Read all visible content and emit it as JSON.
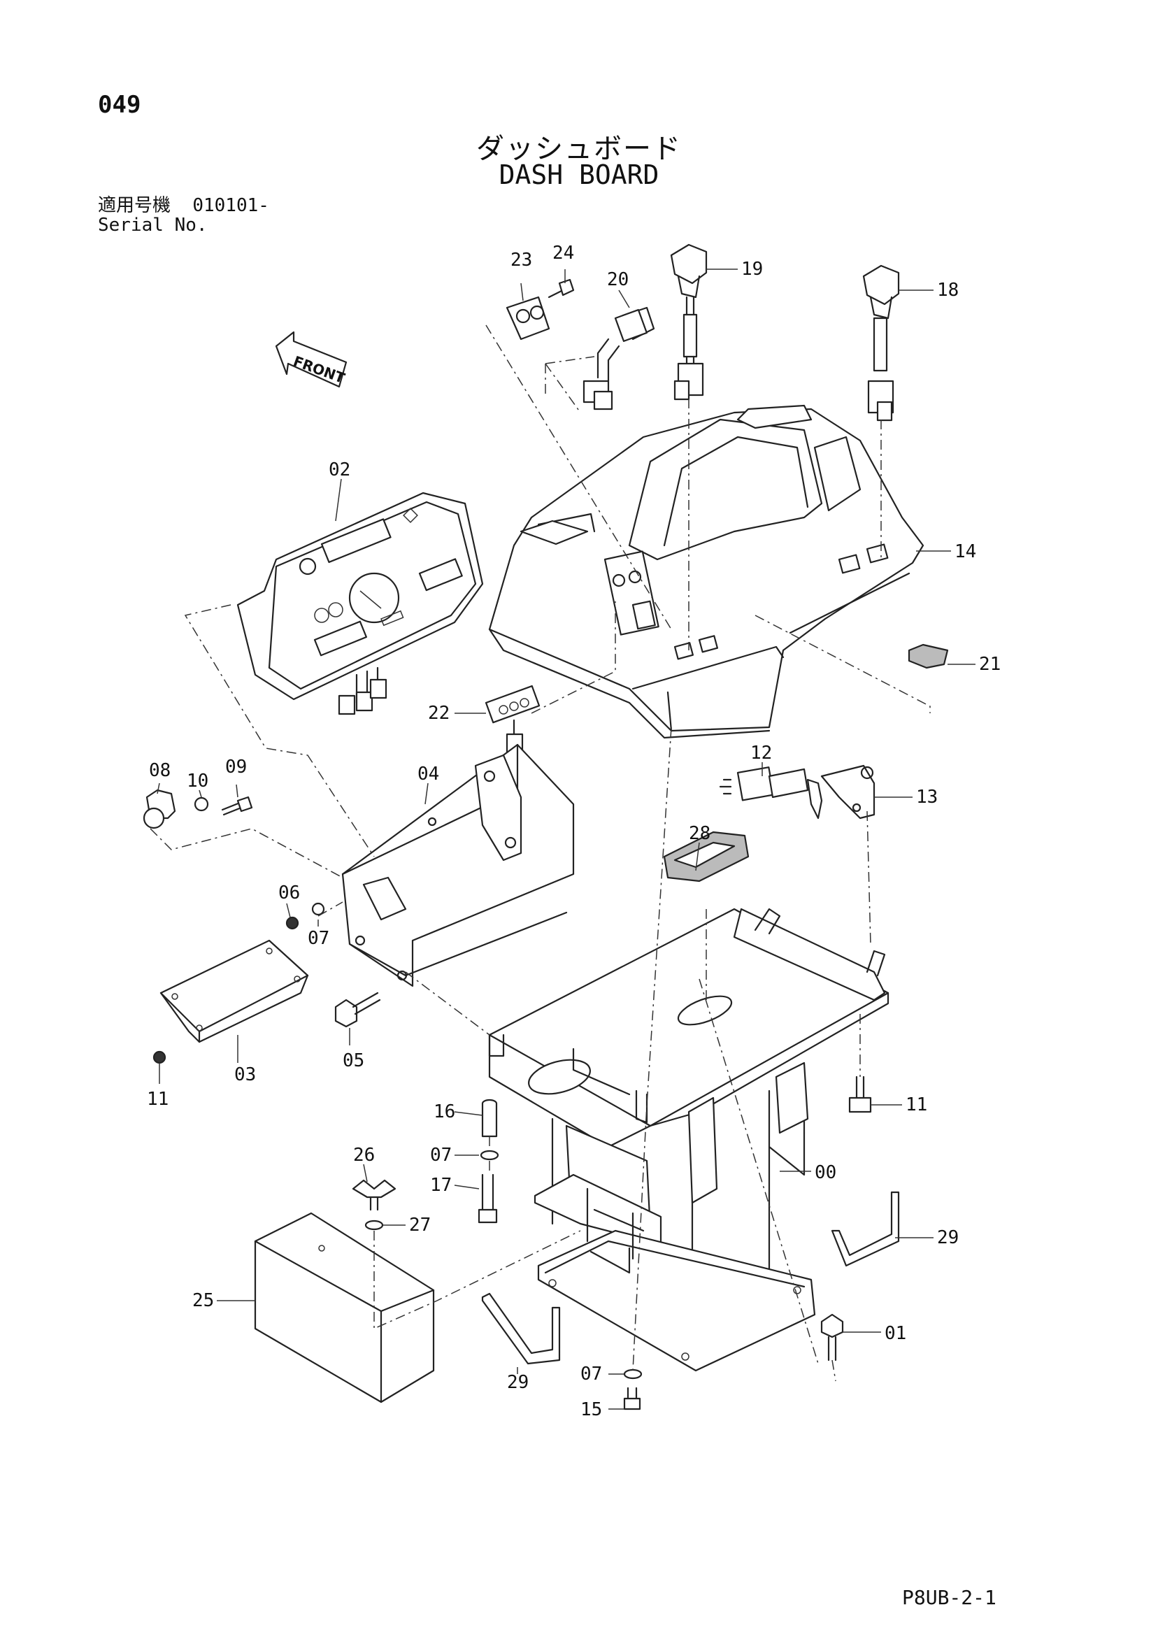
{
  "page_code": "049",
  "title_jp": "ダッシュボード",
  "title_en": "DASH BOARD",
  "serial": {
    "label_jp": "適用号機",
    "value": "010101-",
    "label_en": "Serial No."
  },
  "front_label": "FRONT",
  "footer_code": "P8UB-2-1",
  "callouts": [
    {
      "id": "00"
    },
    {
      "id": "01"
    },
    {
      "id": "02"
    },
    {
      "id": "03"
    },
    {
      "id": "04"
    },
    {
      "id": "05"
    },
    {
      "id": "06"
    },
    {
      "id": "07"
    },
    {
      "id": "08"
    },
    {
      "id": "09"
    },
    {
      "id": "10"
    },
    {
      "id": "11"
    },
    {
      "id": "12"
    },
    {
      "id": "13"
    },
    {
      "id": "14"
    },
    {
      "id": "15"
    },
    {
      "id": "16"
    },
    {
      "id": "17"
    },
    {
      "id": "18"
    },
    {
      "id": "19"
    },
    {
      "id": "20"
    },
    {
      "id": "21"
    },
    {
      "id": "22"
    },
    {
      "id": "23"
    },
    {
      "id": "24"
    },
    {
      "id": "25"
    },
    {
      "id": "26"
    },
    {
      "id": "27"
    },
    {
      "id": "28"
    },
    {
      "id": "29"
    }
  ]
}
